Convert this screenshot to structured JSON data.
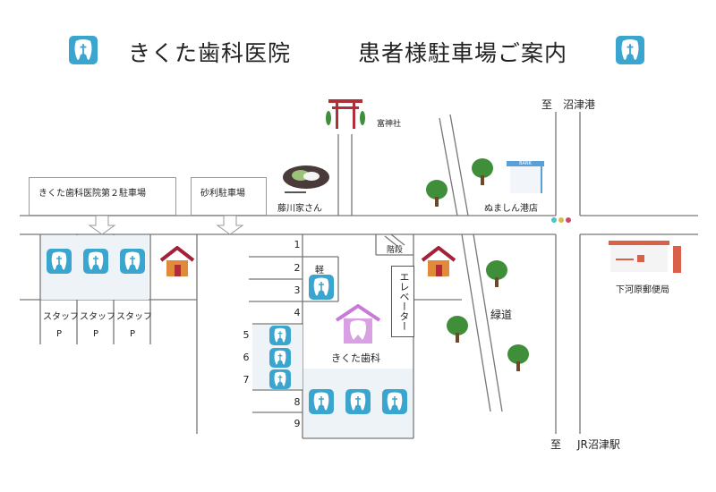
{
  "header": {
    "clinic_name": "きくた歯科医院",
    "title": "患者様駐車場ご案内"
  },
  "directions": {
    "north": "至　沼津港",
    "south_to": "至",
    "south_dest": "JR沼津駅"
  },
  "callouts": {
    "second_lot": "きくた歯科医院第２駐車場",
    "gravel_lot": "砂利駐車場"
  },
  "landmarks": {
    "shrine": "富神社",
    "sweets_shop": "藤川家さん",
    "bank": "ぬましん港店",
    "bank_sign": "BANK",
    "post_office": "下河原郵便局",
    "green_path": "緑道",
    "stairs": "階段",
    "elevator": "エレベーター",
    "clinic": "きくた歯科",
    "kei": "軽"
  },
  "staff_spaces": [
    {
      "label": "スタッフ",
      "mark": "P"
    },
    {
      "label": "スタッフ",
      "mark": "P"
    },
    {
      "label": "スタッフ",
      "mark": "P"
    }
  ],
  "space_numbers": [
    "1",
    "2",
    "3",
    "4",
    "5",
    "6",
    "7",
    "8",
    "9"
  ],
  "colors": {
    "tooth_icon": "#3aa6cf",
    "clinic_house": "#c77ad6",
    "torii": "#b0303a",
    "tree": "#3f8f3a",
    "post": "#d9614a"
  }
}
